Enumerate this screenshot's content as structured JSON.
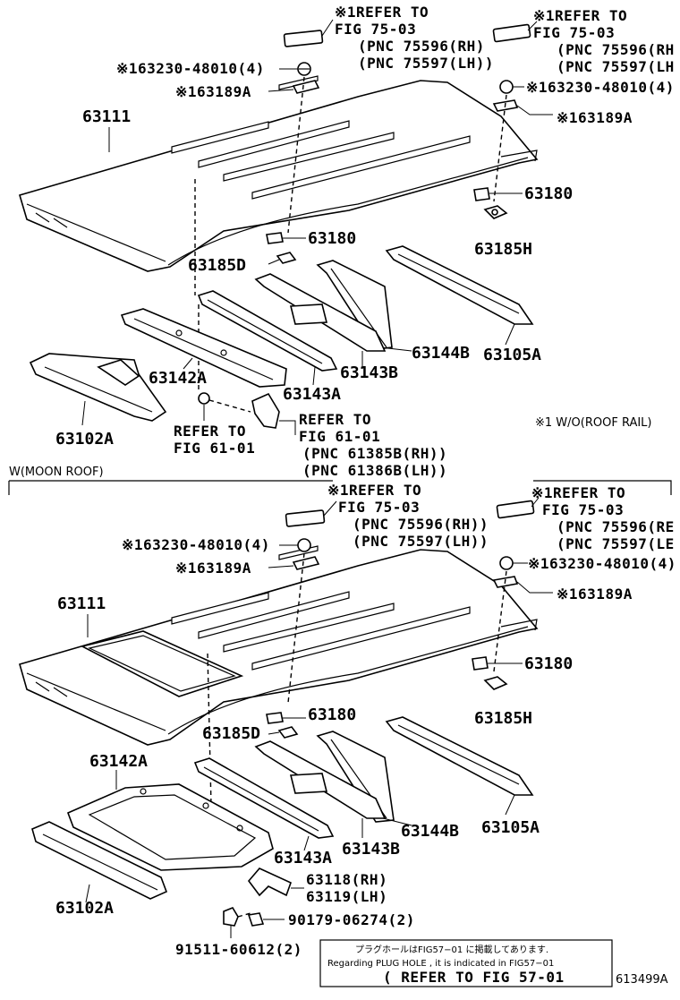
{
  "upper": {
    "ref_left": [
      "※1REFER TO",
      "FIG 75-03",
      "(PNC 75596(RH)",
      "(PNC 75597(LH))"
    ],
    "ref_right": [
      "※1REFER TO",
      "FIG 75-03",
      "(PNC 75596(RH",
      "(PNC 75597(LH"
    ],
    "bolt_left": "※163230-48010(4)",
    "bolt_right": "※163230-48010(4)",
    "bracket_left": "※163189A",
    "bracket_right": "※163189A",
    "roof_panel": "63111",
    "clip_right": "63180",
    "nut_right": "63185H",
    "clip_center": "63180",
    "nut_center": "63185D",
    "bow_144b": "63144B",
    "bow_105a": "63105A",
    "bow_143b": "63143B",
    "bow_142a": "63142A",
    "bow_143a": "63143A",
    "rail_102a": "63102A",
    "ref_61_left": [
      "REFER TO",
      "FIG 61-01"
    ],
    "ref_61_right": [
      "REFER TO",
      "FIG 61-01",
      "(PNC 61385B(RH))",
      "(PNC 61386B(LH))"
    ],
    "condition_note": "※1 W/O(ROOF RAIL)"
  },
  "section_label": "W(MOON ROOF)",
  "lower": {
    "ref_left": [
      "※1REFER TO",
      "FIG 75-03",
      "(PNC 75596(RH))",
      "(PNC 75597(LH))"
    ],
    "ref_right": [
      "※1REFER TO",
      "FIG 75-03",
      "(PNC 75596(RE",
      "(PNC 75597(LE"
    ],
    "bolt_left": "※163230-48010(4)",
    "bolt_right": "※163230-48010(4)",
    "bracket_left": "※163189A",
    "bracket_right": "※163189A",
    "roof_panel": "63111",
    "clip_right": "63180",
    "nut_right": "63185H",
    "clip_center": "63180",
    "nut_center": "63185D",
    "frame_142a": "63142A",
    "bow_144b": "63144B",
    "bow_105a": "63105A",
    "bow_143b": "63143B",
    "bow_143a": "63143A",
    "rail_102a": "63102A",
    "bracket_rh": "63118(RH)",
    "bracket_lh": "63119(LH)",
    "screw": "90179-06274(2)",
    "bolt_bottom": "91511-60612(2)",
    "note_jp": "プラグホールはFIG57−01 に掲載してあります.",
    "note_en": "Regarding PLUG HOLE , it is indicated in FIG57−01",
    "note_ref": "( REFER TO FIG 57-01",
    "fig_id": "613499A"
  }
}
